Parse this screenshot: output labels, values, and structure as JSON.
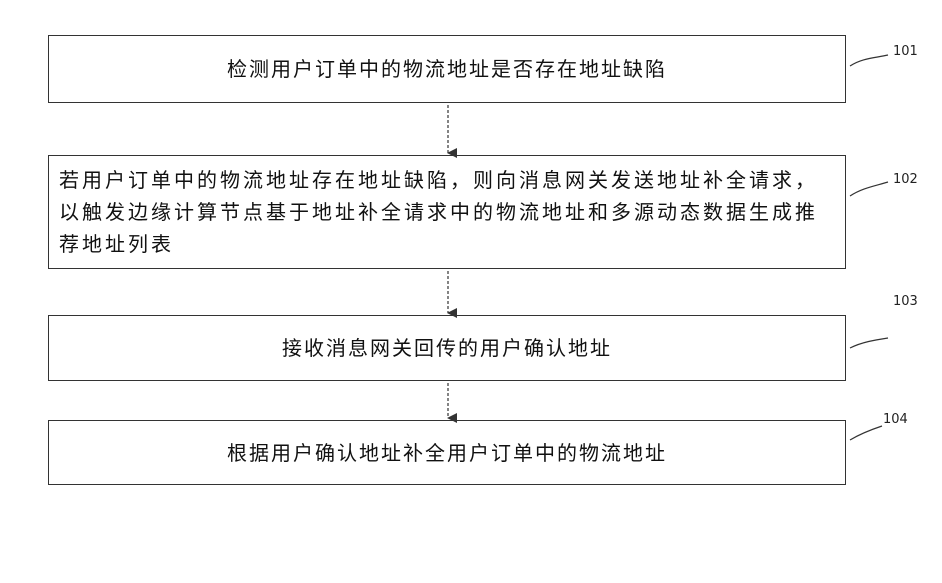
{
  "steps": [
    {
      "id": "101",
      "text": "检测用户订单中的物流地址是否存在地址缺陷"
    },
    {
      "id": "102",
      "text": "若用户订单中的物流地址存在地址缺陷，则向消息网关发送地址补全请求，以触发边缘计算节点基于地址补全请求中的物流地址和多源动态数据生成推荐地址列表"
    },
    {
      "id": "103",
      "text": "接收消息网关回传的用户确认地址"
    },
    {
      "id": "104",
      "text": "根据用户确认地址补全用户订单中的物流地址"
    }
  ]
}
